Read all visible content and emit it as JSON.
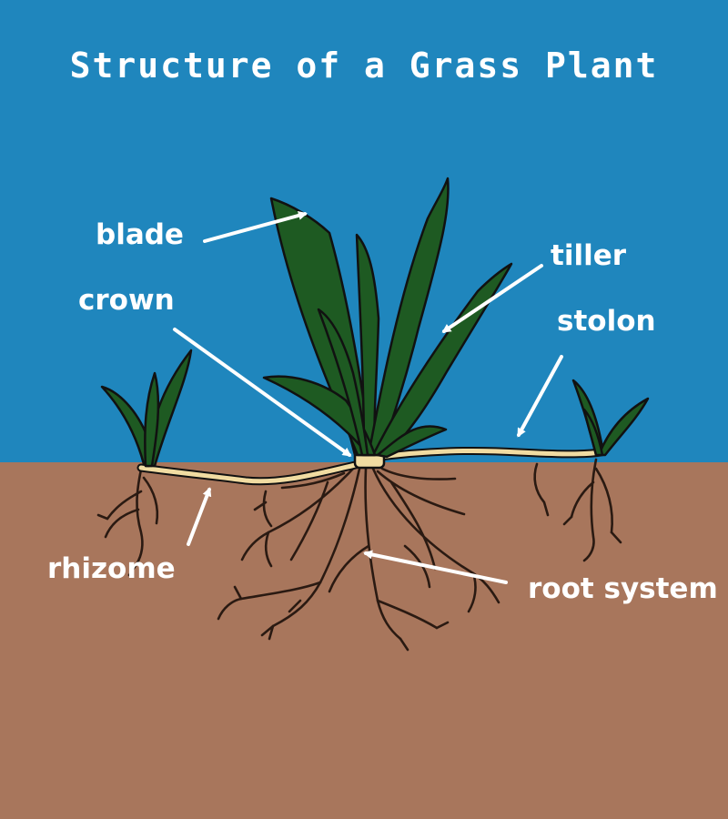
{
  "title": "Structure of a Grass Plant",
  "colors": {
    "sky": "#1f86bd",
    "soil": "#a8765c",
    "leaf": "#1e5a22",
    "outline": "#111111",
    "stem": "#f1dca2",
    "root": "#2a1a12",
    "label": "#ffffff"
  },
  "labels": {
    "blade": "blade",
    "crown": "crown",
    "tiller": "tiller",
    "stolon": "stolon",
    "rhizome": "rhizome",
    "root_system": "root system"
  }
}
